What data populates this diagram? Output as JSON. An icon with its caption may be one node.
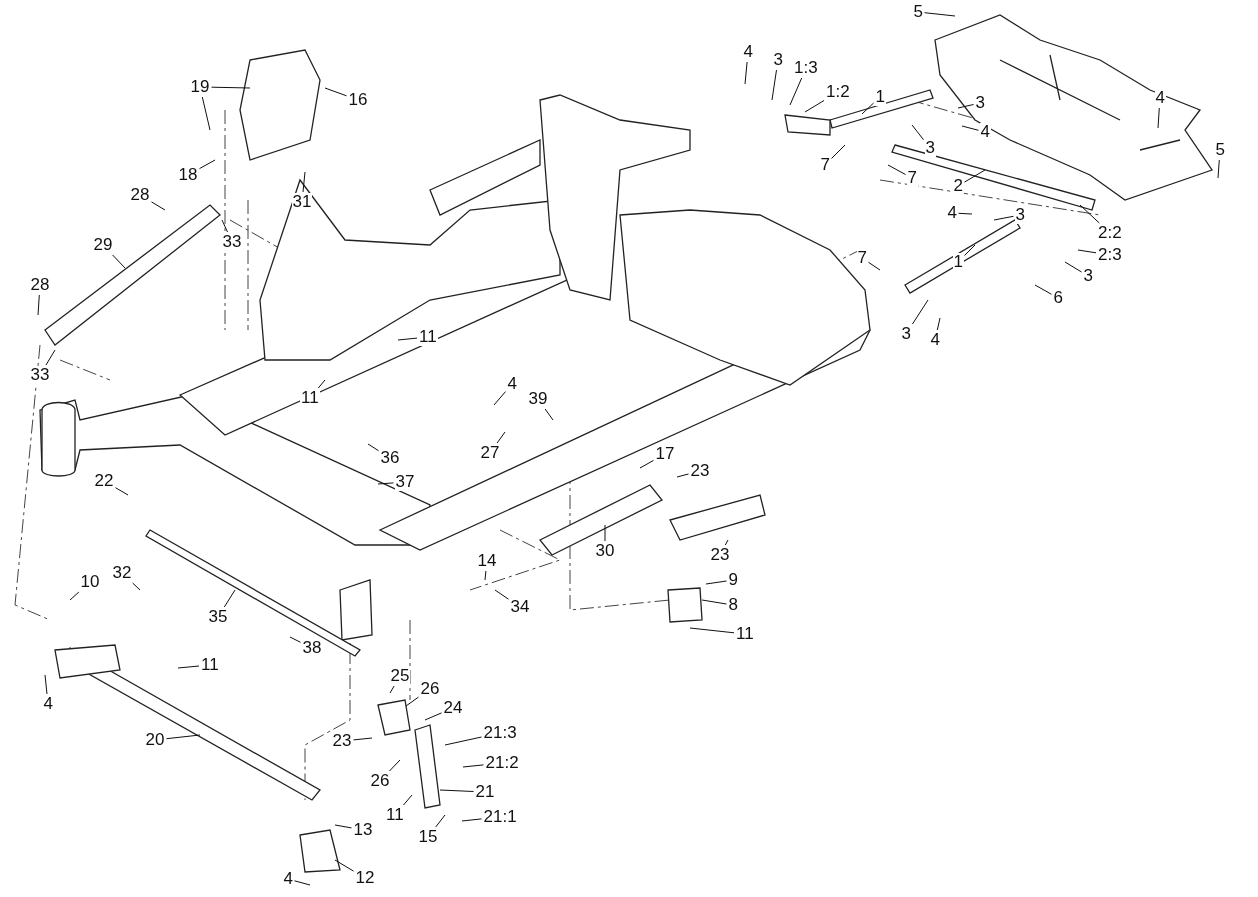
{
  "diagram": {
    "nodes": [
      {
        "text": [
          "5"
        ]
      },
      {
        "text": [
          "4"
        ]
      },
      {
        "text": [
          "3"
        ]
      },
      {
        "text": [
          "1:3"
        ]
      },
      {
        "text": [
          "1:2"
        ]
      },
      {
        "text": [
          "1"
        ]
      },
      {
        "text": [
          "3"
        ]
      },
      {
        "text": [
          "4"
        ]
      },
      {
        "text": [
          "3"
        ]
      },
      {
        "text": [
          "7"
        ]
      },
      {
        "text": [
          "7"
        ]
      },
      {
        "text": [
          "2"
        ]
      },
      {
        "text": [
          "4"
        ]
      },
      {
        "text": [
          "5"
        ]
      },
      {
        "text": [
          "4"
        ]
      },
      {
        "text": [
          "3"
        ]
      },
      {
        "text": [
          "2:2"
        ]
      },
      {
        "text": [
          "2:3"
        ]
      },
      {
        "text": [
          "3"
        ]
      },
      {
        "text": [
          "1"
        ]
      },
      {
        "text": [
          "7"
        ]
      },
      {
        "text": [
          "6"
        ]
      },
      {
        "text": [
          "3"
        ]
      },
      {
        "text": [
          "4"
        ]
      },
      {
        "text": [
          "19"
        ]
      },
      {
        "text": [
          "16"
        ]
      },
      {
        "text": [
          "18"
        ]
      },
      {
        "text": [
          "31"
        ]
      },
      {
        "text": [
          "28"
        ]
      },
      {
        "text": [
          "29"
        ]
      },
      {
        "text": [
          "33"
        ]
      },
      {
        "text": [
          "28"
        ]
      },
      {
        "text": [
          "33"
        ]
      },
      {
        "text": [
          "11"
        ]
      },
      {
        "text": [
          "11"
        ]
      },
      {
        "text": [
          "4"
        ]
      },
      {
        "text": [
          "39"
        ]
      },
      {
        "text": [
          "27"
        ]
      },
      {
        "text": [
          "36"
        ]
      },
      {
        "text": [
          "37"
        ]
      },
      {
        "text": [
          "22"
        ]
      },
      {
        "text": [
          "17"
        ]
      },
      {
        "text": [
          "23"
        ]
      },
      {
        "text": [
          "30"
        ]
      },
      {
        "text": [
          "23"
        ]
      },
      {
        "text": [
          "9"
        ]
      },
      {
        "text": [
          "8"
        ]
      },
      {
        "text": [
          "11"
        ]
      },
      {
        "text": [
          "14"
        ]
      },
      {
        "text": [
          "34"
        ]
      },
      {
        "text": [
          "10"
        ]
      },
      {
        "text": [
          "32"
        ]
      },
      {
        "text": [
          "35"
        ]
      },
      {
        "text": [
          "38"
        ]
      },
      {
        "text": [
          "11"
        ]
      },
      {
        "text": [
          "4"
        ]
      },
      {
        "text": [
          "20"
        ]
      },
      {
        "text": [
          "25"
        ]
      },
      {
        "text": [
          "26"
        ]
      },
      {
        "text": [
          "24"
        ]
      },
      {
        "text": [
          "23"
        ]
      },
      {
        "text": [
          "21:3"
        ]
      },
      {
        "text": [
          "21:2"
        ]
      },
      {
        "text": [
          "26"
        ]
      },
      {
        "text": [
          "21"
        ]
      },
      {
        "text": [
          "11"
        ]
      },
      {
        "text": [
          "21:1"
        ]
      },
      {
        "text": [
          "15"
        ]
      },
      {
        "text": [
          "13"
        ]
      },
      {
        "text": [
          "12"
        ]
      },
      {
        "text": [
          "4"
        ]
      }
    ],
    "edges": [
      {
        "from": 0,
        "to": null,
        "arrow": "none"
      },
      {
        "from": 1,
        "to": null,
        "arrow": "none"
      },
      {
        "from": 2,
        "to": null,
        "arrow": "none"
      },
      {
        "from": 3,
        "to": null,
        "arrow": "none"
      },
      {
        "from": 4,
        "to": null,
        "arrow": "none"
      },
      {
        "from": 5,
        "to": null,
        "arrow": "none"
      },
      {
        "from": 6,
        "to": null,
        "arrow": "none"
      },
      {
        "from": 7,
        "to": null,
        "arrow": "none"
      },
      {
        "from": 8,
        "to": null,
        "arrow": "none"
      },
      {
        "from": 9,
        "to": null,
        "arrow": "none"
      },
      {
        "from": 10,
        "to": null,
        "arrow": "none"
      },
      {
        "from": 11,
        "to": null,
        "arrow": "none"
      },
      {
        "from": 12,
        "to": null,
        "arrow": "none"
      },
      {
        "from": 13,
        "to": null,
        "arrow": "none"
      },
      {
        "from": 14,
        "to": null,
        "arrow": "none"
      },
      {
        "from": 15,
        "to": null,
        "arrow": "none"
      },
      {
        "from": 16,
        "to": null,
        "arrow": "none"
      },
      {
        "from": 17,
        "to": null,
        "arrow": "none"
      },
      {
        "from": 18,
        "to": null,
        "arrow": "none"
      },
      {
        "from": 19,
        "to": null,
        "arrow": "none"
      },
      {
        "from": 20,
        "to": null,
        "arrow": "none"
      },
      {
        "from": 21,
        "to": null,
        "arrow": "none"
      },
      {
        "from": 22,
        "to": null,
        "arrow": "none"
      },
      {
        "from": 23,
        "to": null,
        "arrow": "none"
      },
      {
        "from": 24,
        "to": null,
        "arrow": "none"
      },
      {
        "from": 25,
        "to": null,
        "arrow": "none"
      },
      {
        "from": 26,
        "to": null,
        "arrow": "none"
      },
      {
        "from": 27,
        "to": null,
        "arrow": "none"
      },
      {
        "from": 28,
        "to": null,
        "arrow": "none"
      },
      {
        "from": 29,
        "to": null,
        "arrow": "none"
      },
      {
        "from": 30,
        "to": null,
        "arrow": "none"
      },
      {
        "from": 31,
        "to": null,
        "arrow": "none"
      },
      {
        "from": 32,
        "to": null,
        "arrow": "none"
      },
      {
        "from": 33,
        "to": null,
        "arrow": "none"
      },
      {
        "from": 34,
        "to": null,
        "arrow": "none"
      },
      {
        "from": 35,
        "to": null,
        "arrow": "none"
      },
      {
        "from": 36,
        "to": null,
        "arrow": "none"
      },
      {
        "from": 37,
        "to": null,
        "arrow": "none"
      },
      {
        "from": 38,
        "to": null,
        "arrow": "none"
      },
      {
        "from": 39,
        "to": null,
        "arrow": "none"
      },
      {
        "from": 40,
        "to": null,
        "arrow": "none"
      },
      {
        "from": 41,
        "to": null,
        "arrow": "none"
      },
      {
        "from": 42,
        "to": null,
        "arrow": "none"
      },
      {
        "from": 43,
        "to": null,
        "arrow": "none"
      },
      {
        "from": 44,
        "to": null,
        "arrow": "none"
      },
      {
        "from": 45,
        "to": null,
        "arrow": "none"
      },
      {
        "from": 46,
        "to": null,
        "arrow": "none"
      },
      {
        "from": 47,
        "to": null,
        "arrow": "none"
      },
      {
        "from": 48,
        "to": null,
        "arrow": "none"
      },
      {
        "from": 49,
        "to": null,
        "arrow": "none"
      },
      {
        "from": 50,
        "to": null,
        "arrow": "none"
      },
      {
        "from": 51,
        "to": null,
        "arrow": "none"
      },
      {
        "from": 52,
        "to": null,
        "arrow": "none"
      },
      {
        "from": 53,
        "to": null,
        "arrow": "none"
      },
      {
        "from": 54,
        "to": null,
        "arrow": "none"
      },
      {
        "from": 55,
        "to": null,
        "arrow": "none"
      },
      {
        "from": 56,
        "to": null,
        "arrow": "none"
      },
      {
        "from": 57,
        "to": null,
        "arrow": "none"
      },
      {
        "from": 58,
        "to": null,
        "arrow": "none"
      },
      {
        "from": 59,
        "to": null,
        "arrow": "none"
      },
      {
        "from": 60,
        "to": null,
        "arrow": "none"
      },
      {
        "from": 61,
        "to": null,
        "arrow": "none"
      },
      {
        "from": 62,
        "to": null,
        "arrow": "none"
      },
      {
        "from": 63,
        "to": null,
        "arrow": "none"
      },
      {
        "from": 64,
        "to": null,
        "arrow": "none"
      },
      {
        "from": 65,
        "to": null,
        "arrow": "none"
      },
      {
        "from": 66,
        "to": null,
        "arrow": "none"
      },
      {
        "from": 67,
        "to": null,
        "arrow": "none"
      },
      {
        "from": 68,
        "to": null,
        "arrow": "none"
      },
      {
        "from": 69,
        "to": null,
        "arrow": "none"
      },
      {
        "from": 70,
        "to": null,
        "arrow": "none"
      },
      {
        "from": 24,
        "to": null,
        "arrow": "none"
      }
    ]
  }
}
